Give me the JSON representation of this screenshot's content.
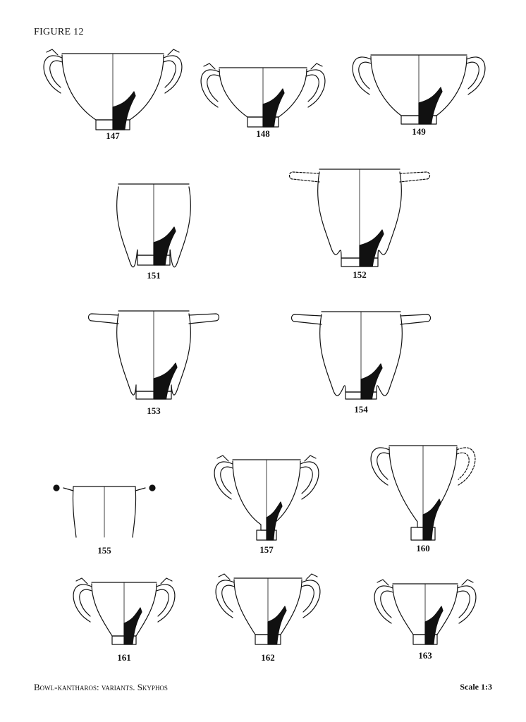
{
  "figure_title": "FIGURE 12",
  "caption": {
    "part1": "Bowl-kantharos: variants.",
    "part2": "Skyphos"
  },
  "scale": "Scale 1:3",
  "vessels": [
    {
      "label": "147",
      "handles": "ring-spur"
    },
    {
      "label": "148",
      "handles": "ring-spur"
    },
    {
      "label": "149",
      "handles": "loop"
    },
    {
      "label": "151",
      "handles": "none"
    },
    {
      "label": "152",
      "handles": "horizontal-dashed"
    },
    {
      "label": "153",
      "handles": "horizontal"
    },
    {
      "label": "154",
      "handles": "horizontal"
    },
    {
      "label": "155",
      "handles": "knob"
    },
    {
      "label": "157",
      "handles": "ring-spur"
    },
    {
      "label": "160",
      "handles": "ring-dashed"
    },
    {
      "label": "161",
      "handles": "ring-spur"
    },
    {
      "label": "162",
      "handles": "ring-spur"
    },
    {
      "label": "163",
      "handles": "ring-spur"
    }
  ]
}
